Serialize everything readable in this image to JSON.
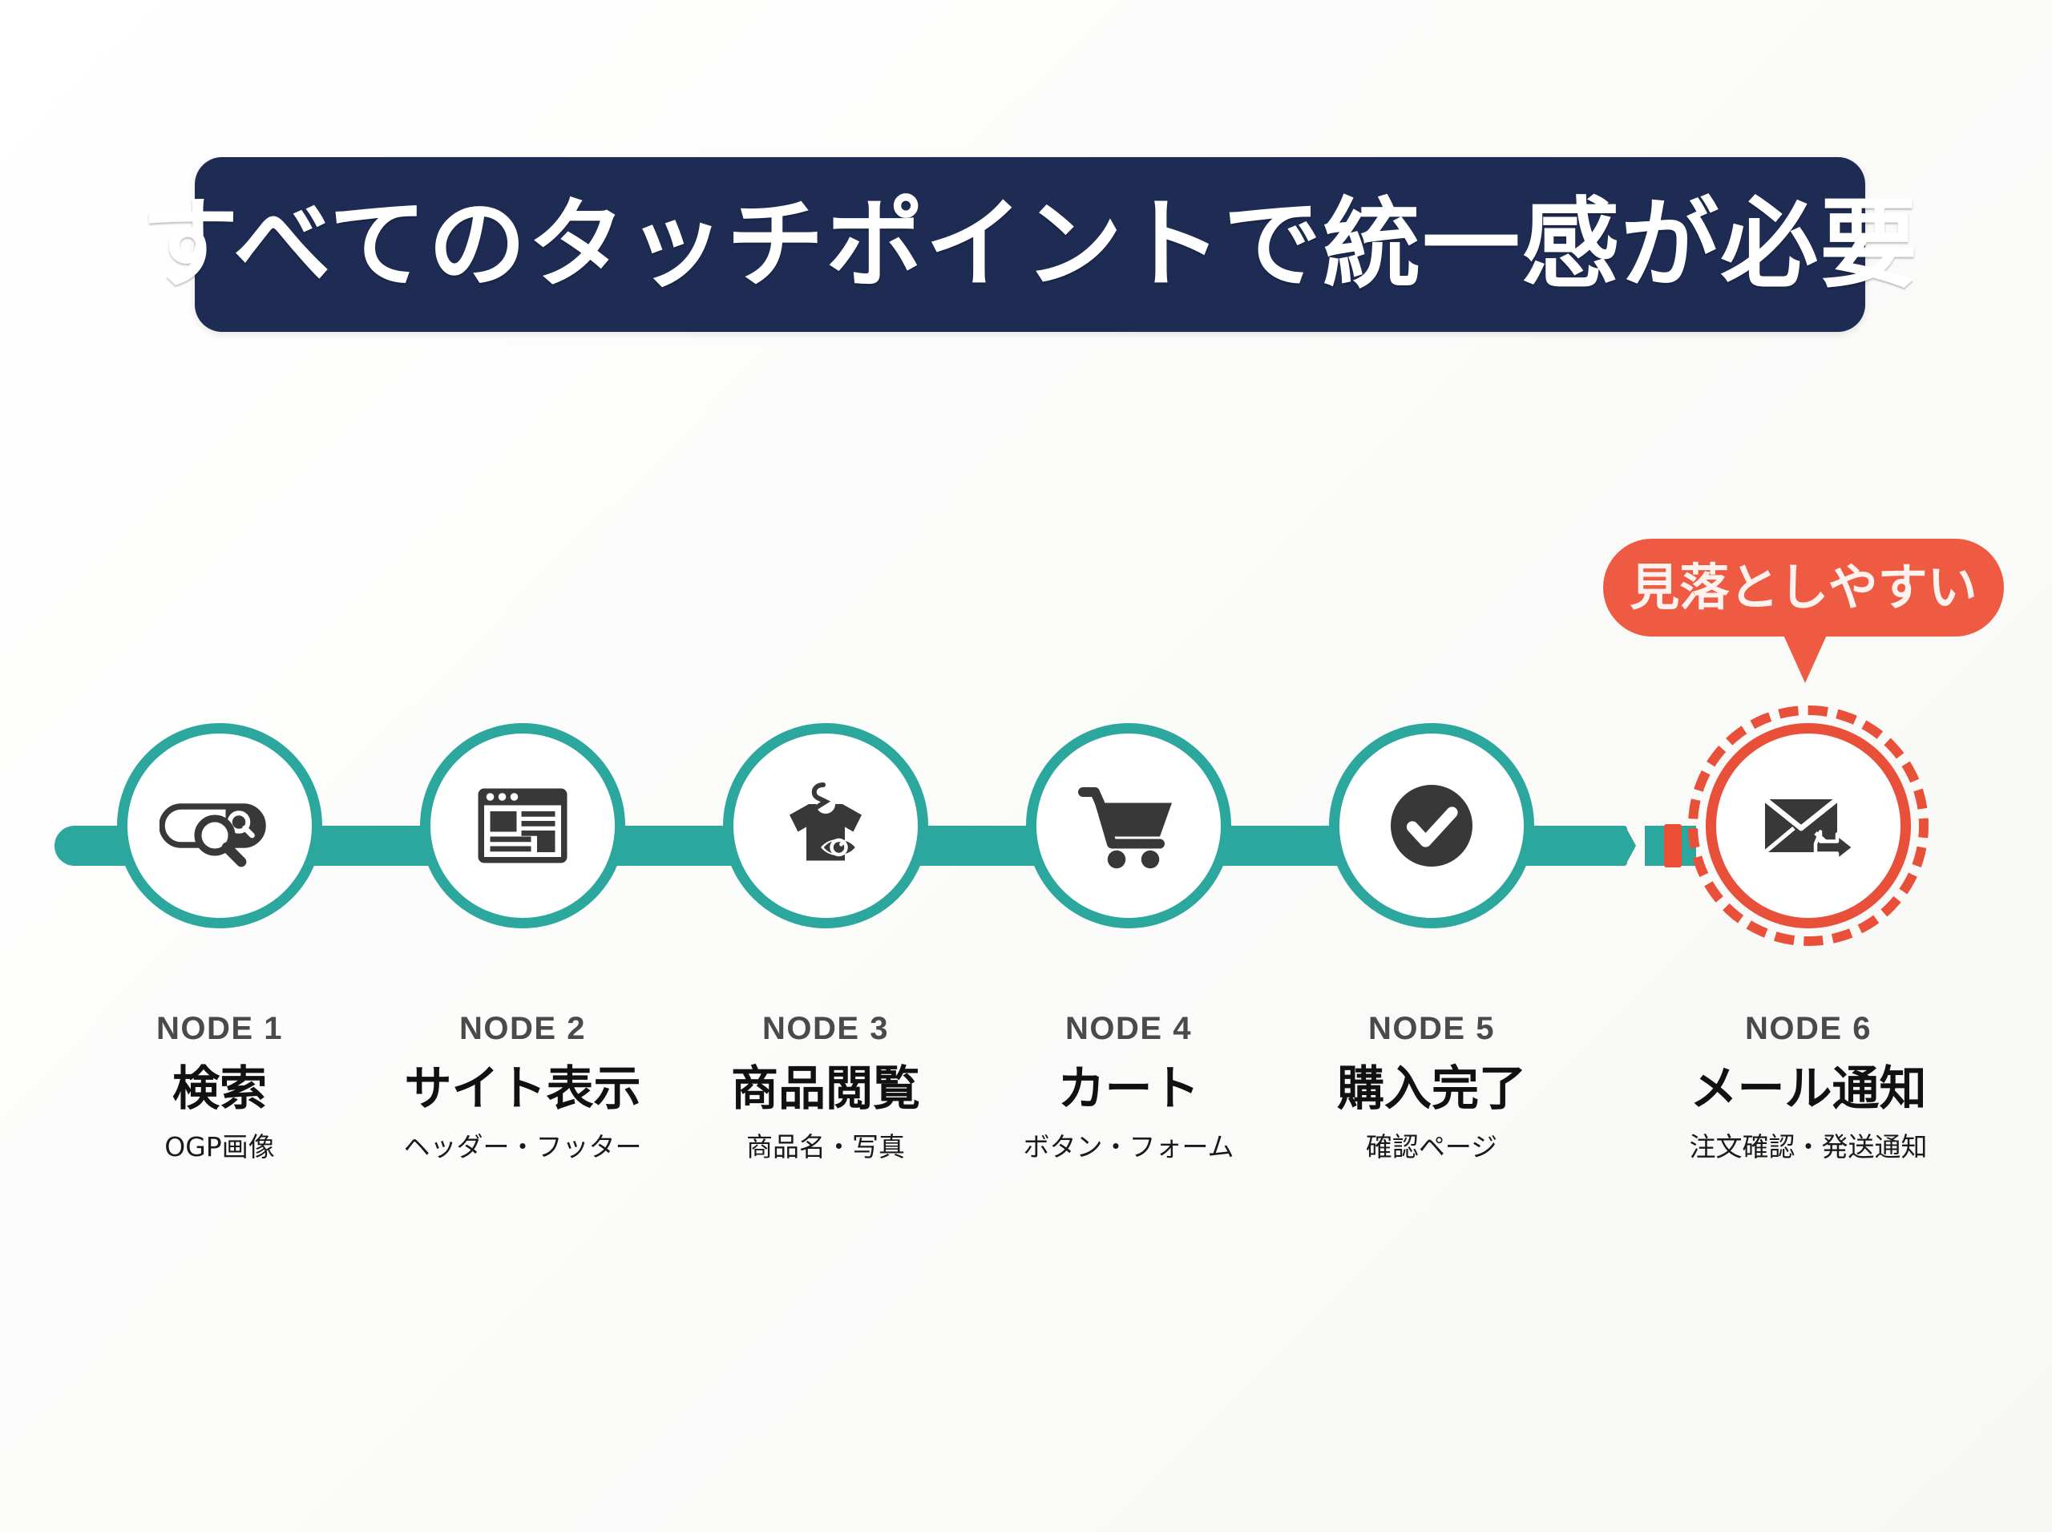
{
  "colors": {
    "banner_bg": "#1e2c54",
    "banner_text": "#ffffff",
    "teal": "#2ba79e",
    "alert_red": "#e8503a",
    "badge_bg": "#ee5b42",
    "icon_dark": "#383838",
    "label_gray": "#4a4a4a",
    "page_bg": "#ffffff"
  },
  "banner": {
    "title": "すべてのタッチポイントで統一感が必要"
  },
  "badge": {
    "label": "見落としやすい",
    "attached_to": "NODE 6"
  },
  "flow": {
    "nodes": [
      {
        "index": "NODE 1",
        "title": "検索",
        "subtitle": "OGP画像",
        "icon": "search-bar-magnifier-icon",
        "state": "normal"
      },
      {
        "index": "NODE 2",
        "title": "サイト表示",
        "subtitle": "ヘッダー・フッター",
        "icon": "browser-window-icon",
        "state": "normal"
      },
      {
        "index": "NODE 3",
        "title": "商品閲覧",
        "subtitle": "商品名・写真",
        "icon": "tshirt-hanger-eye-icon",
        "state": "normal"
      },
      {
        "index": "NODE 4",
        "title": "カート",
        "subtitle": "ボタン・フォーム",
        "icon": "shopping-cart-icon",
        "state": "normal"
      },
      {
        "index": "NODE 5",
        "title": "購入完了",
        "subtitle": "確認ページ",
        "icon": "check-circle-icon",
        "state": "normal"
      },
      {
        "index": "NODE 6",
        "title": "メール通知",
        "subtitle": "注文確認・発送通知",
        "icon": "envelope-send-icon",
        "state": "highlighted"
      }
    ]
  }
}
